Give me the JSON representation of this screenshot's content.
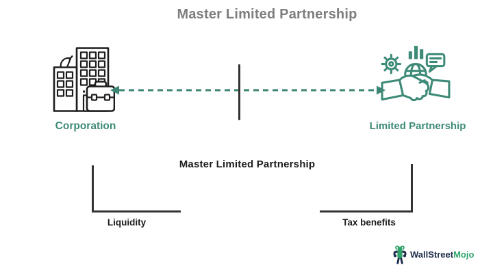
{
  "colors": {
    "teal": "#3d8a78",
    "arrow-teal": "#3d8676",
    "title-gray": "#7d7d7d",
    "ink": "#1c1c1c",
    "line-dark": "#333333",
    "logo-navy": "#1e2c4c",
    "logo-green": "#2fa36b"
  },
  "header": {
    "title": "Master Limited Partnership"
  },
  "diagram": {
    "left_entity": {
      "label": "Corporation",
      "icon": "corporation-building-icon"
    },
    "right_entity": {
      "label": "Limited Partnership",
      "icon": "partnership-handshake-icon"
    },
    "connector": {
      "type": "dashed-double-arrow"
    },
    "center_heading": "Master Limited Partnership",
    "benefits": [
      {
        "label": "Liquidity",
        "side": "left"
      },
      {
        "label": "Tax benefits",
        "side": "right"
      }
    ]
  },
  "footer": {
    "brand_primary": "WallStreet",
    "brand_accent": "Mojo",
    "logo": "bull-icon"
  }
}
